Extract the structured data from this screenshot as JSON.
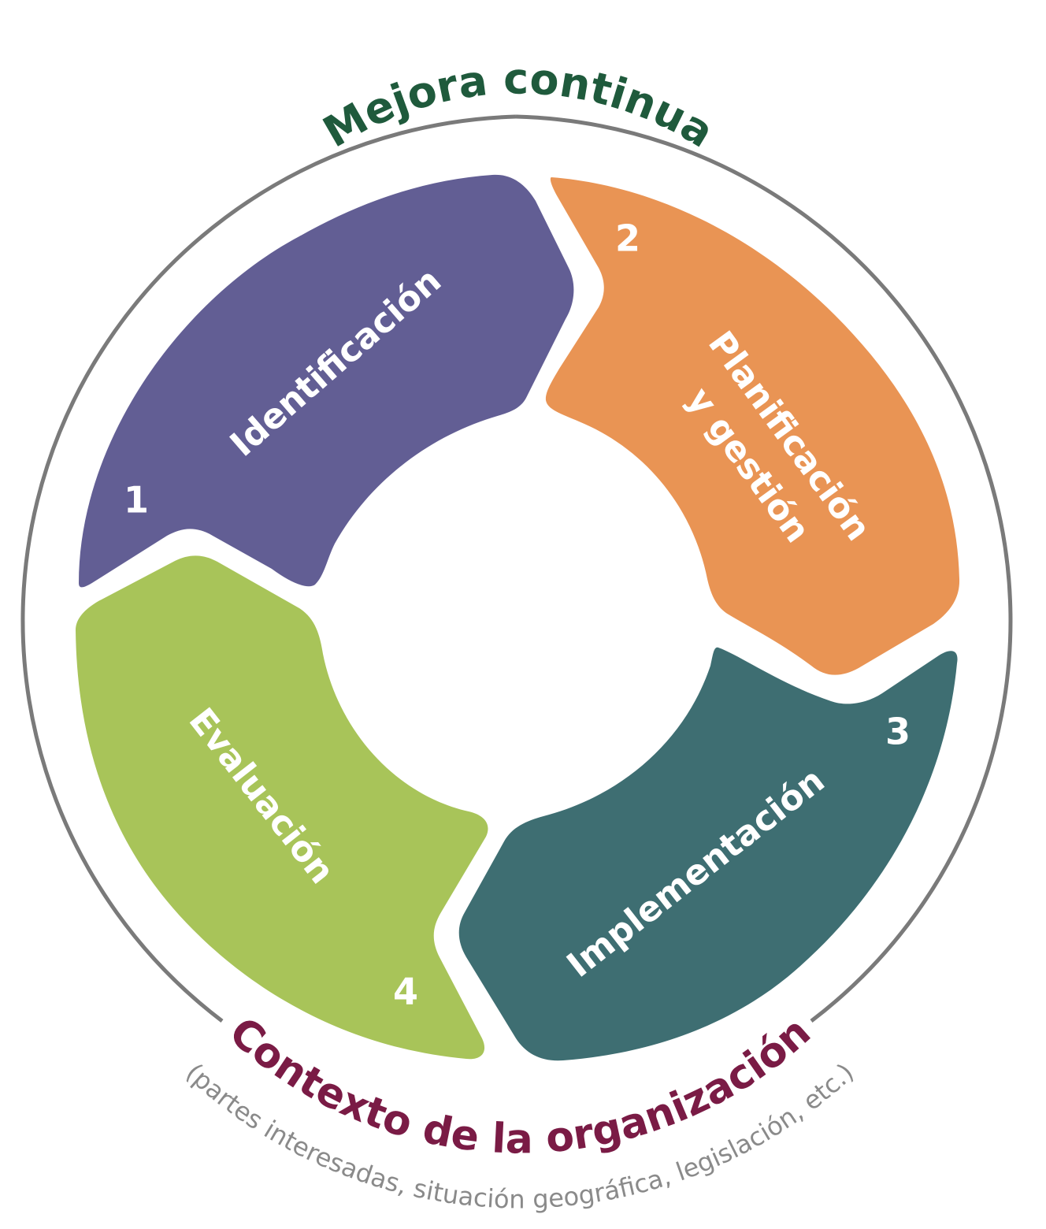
{
  "title_top": "Mejora continua",
  "context": {
    "title": "Contexto de la organización",
    "subtitle": "(partes interesadas, situación geográfica, legislación, etc.)"
  },
  "steps": [
    {
      "number": "1",
      "label": "Identificación",
      "color": "#625e94"
    },
    {
      "number": "2",
      "label_lines": [
        "Planificación",
        "y gestión"
      ],
      "color": "#e99454"
    },
    {
      "number": "3",
      "label": "Implementación",
      "color": "#3e6e72"
    },
    {
      "number": "4",
      "label": "Evaluación",
      "color": "#a8c459"
    }
  ],
  "colors": {
    "title_top": "#1f5a3c",
    "context_title": "#7a1b45",
    "context_subtitle": "#8a8a8a",
    "outer_ring": "#7a7a7a"
  }
}
